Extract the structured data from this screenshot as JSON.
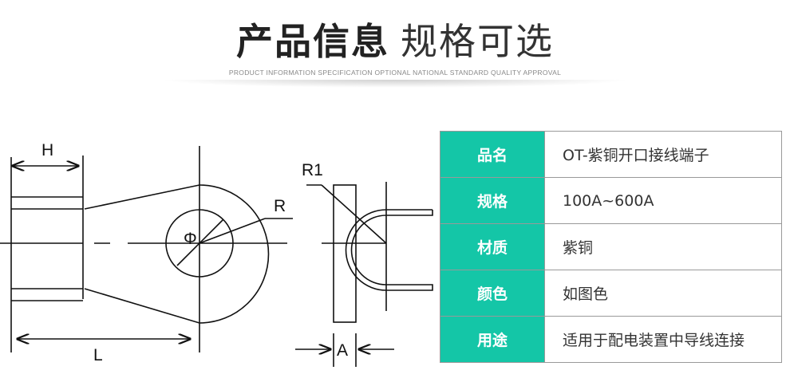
{
  "header": {
    "title_bold": "产品信息",
    "title_light": "规格可选",
    "subtitle": "PRODUCT INFORMATION SPECIFICATION OPTIONAL NATIONAL STANDARD QUALITY APPROVAL"
  },
  "drawing": {
    "labels": {
      "h": "H",
      "l": "L",
      "r": "R",
      "phi": "Φ",
      "r1": "R1",
      "a": "A"
    }
  },
  "spec": {
    "rows": [
      {
        "key": "品名",
        "value": "OT-紫铜开口接线端子"
      },
      {
        "key": "规格",
        "value": "100A~600A"
      },
      {
        "key": "材质",
        "value": "紫铜"
      },
      {
        "key": "颜色",
        "value": "如图色"
      },
      {
        "key": "用途",
        "value": "适用于配电装置中导线连接"
      }
    ]
  },
  "colors": {
    "accent": "#14c6a7"
  }
}
